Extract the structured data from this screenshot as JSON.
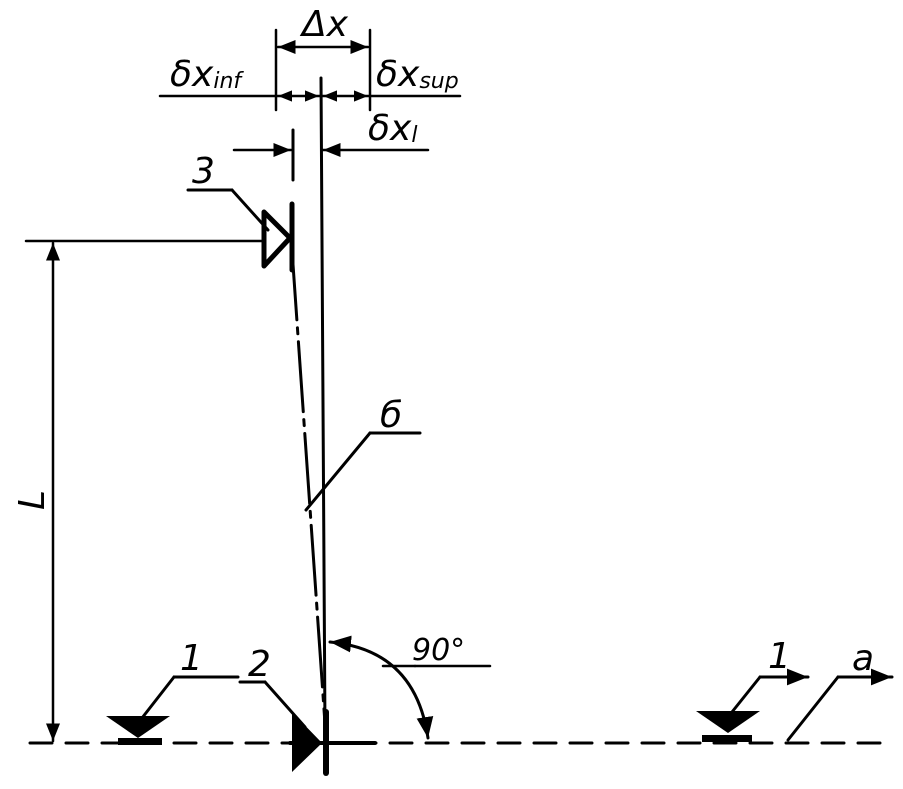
{
  "labels": {
    "delta_x": "Δx",
    "dx_inf_main": "δx",
    "dx_inf_sub": "inf",
    "dx_sup_main": "δx",
    "dx_sup_sub": "sup",
    "dx_l_main": "δx",
    "dx_l_sub": "l",
    "marker_3": "3",
    "marker_1_left": "1",
    "marker_2": "2",
    "marker_1_right": "1",
    "axis_a": "a",
    "dim_L": "L",
    "deviation_b": "б",
    "angle": "90°"
  },
  "colors": {
    "ink": "#000000",
    "background": "#ffffff"
  }
}
